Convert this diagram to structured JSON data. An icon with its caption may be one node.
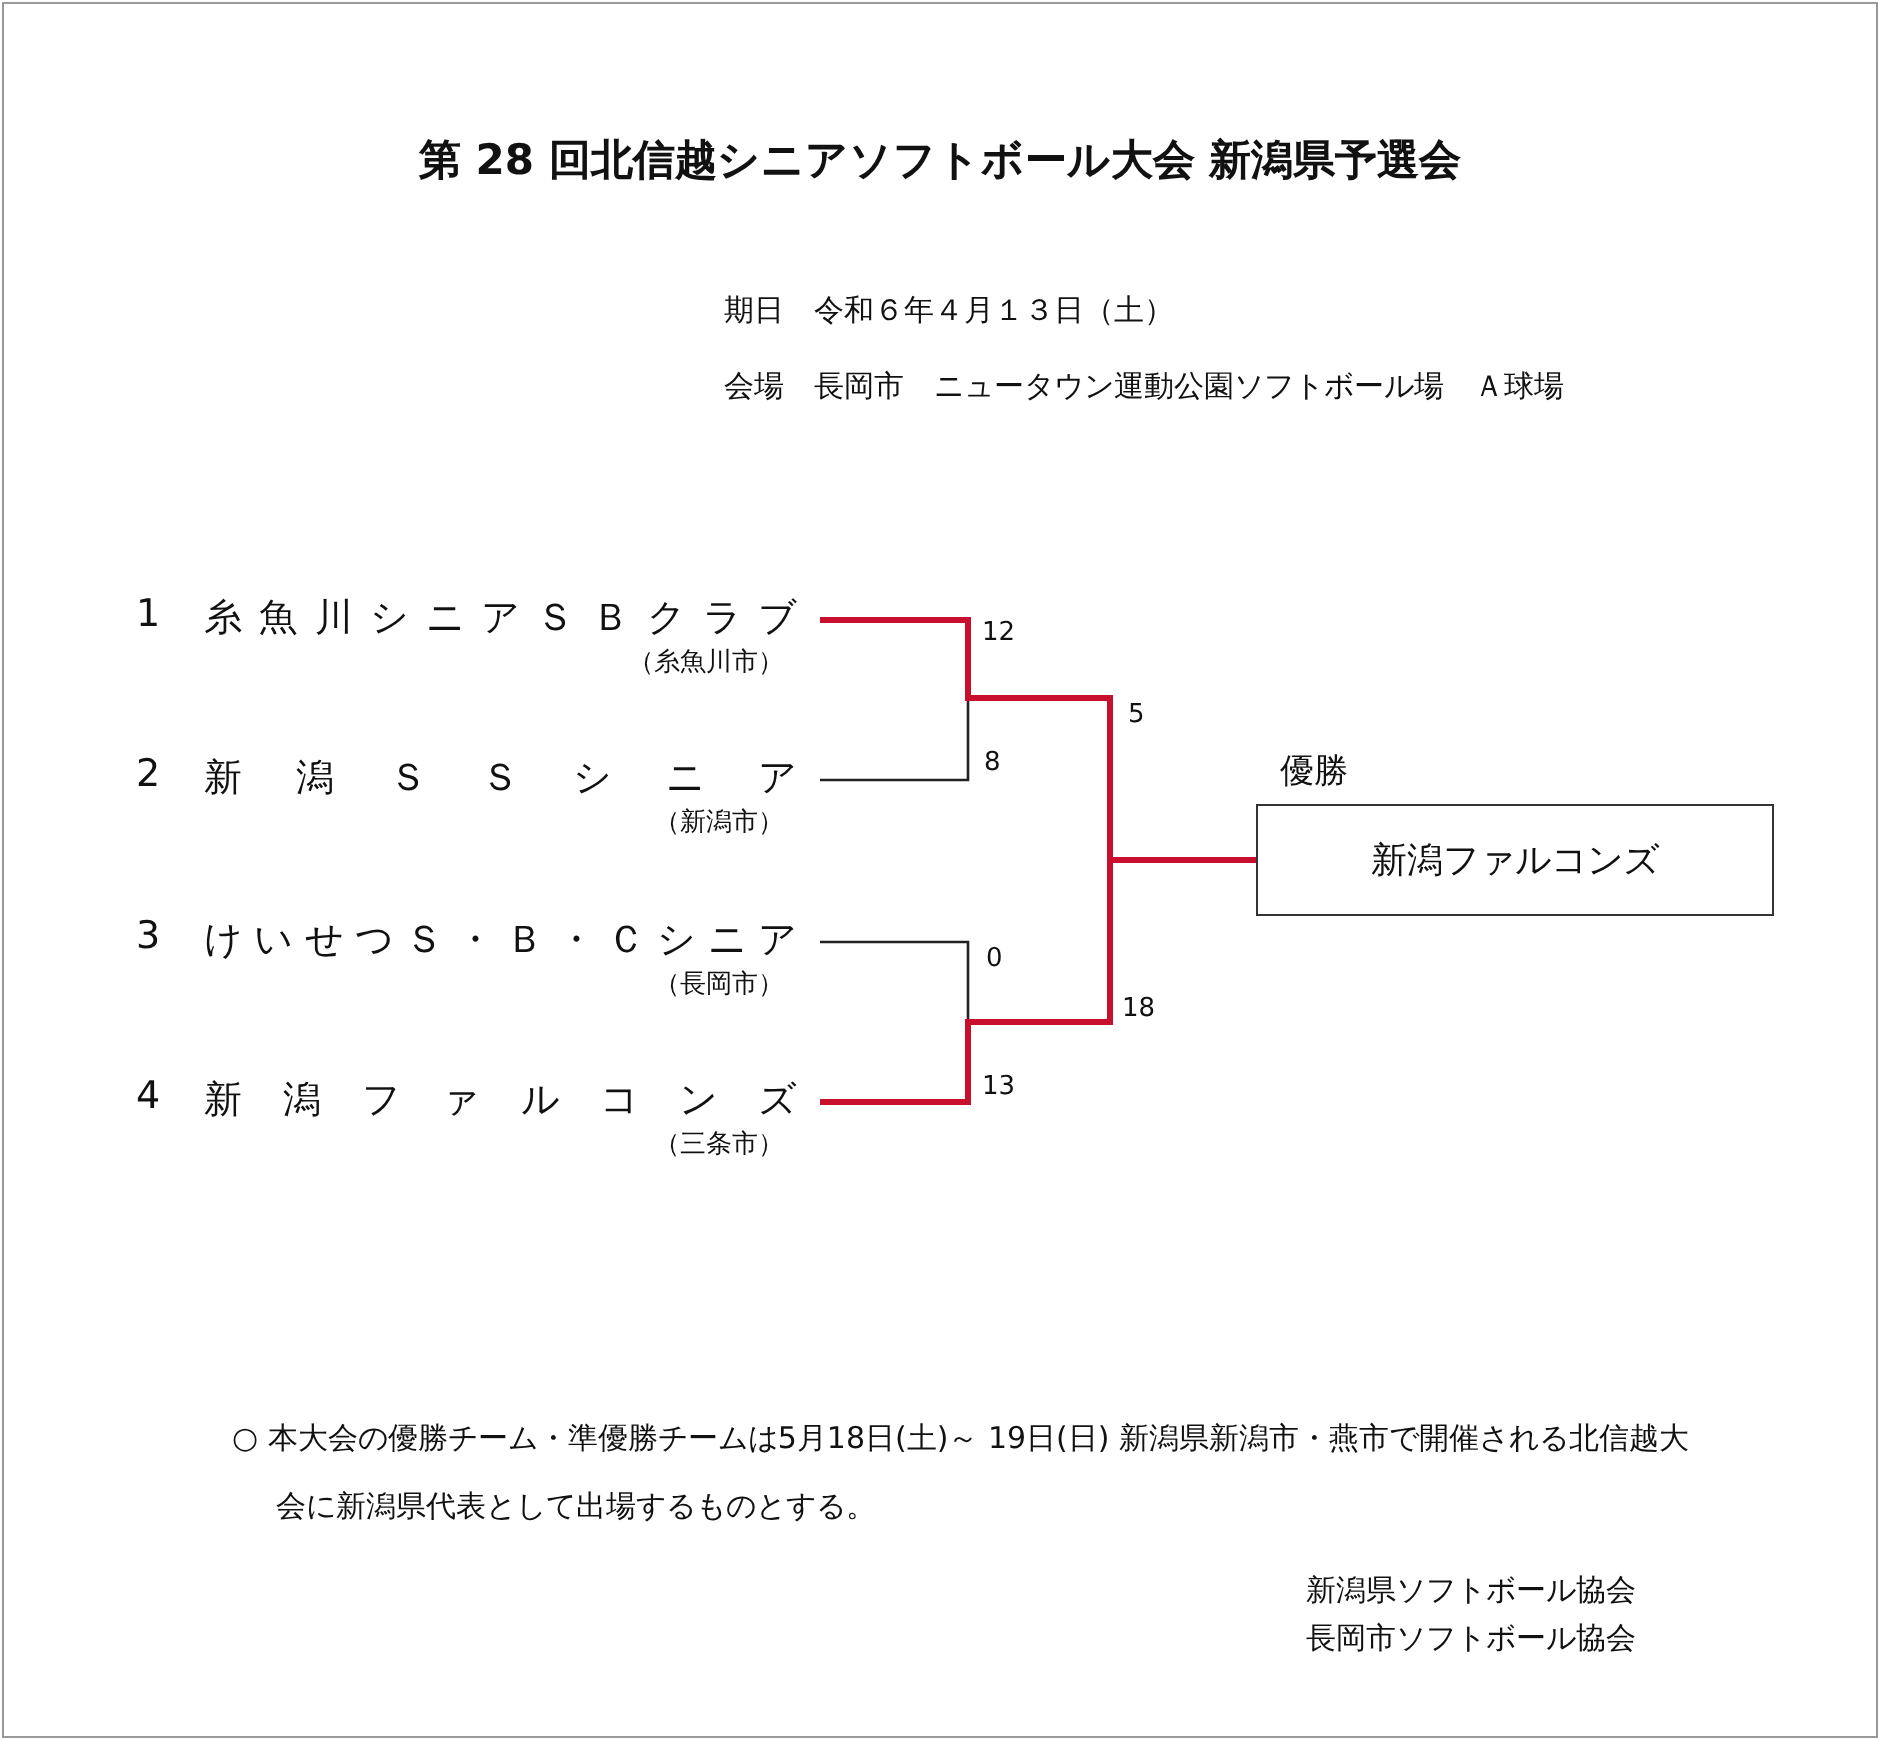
{
  "diagram": {
    "title": "第 28 回北信越シニアソフトボール大会 新潟県予選会",
    "nodes": [
      {
        "text": [
          "1",
          "糸魚川シニアＳＢクラブ"
        ],
        "beside": [
          "（糸魚川市）"
        ]
      },
      {
        "text": [
          "2",
          "新潟ＳＳシニア"
        ],
        "beside": [
          "（新潟市）"
        ]
      },
      {
        "text": [
          "3",
          "けいせつＳ・Ｂ・Ｃシニア"
        ],
        "beside": [
          "（長岡市）"
        ]
      },
      {
        "text": [
          "4",
          "新潟ファルコンズ"
        ],
        "beside": [
          "（三条市）"
        ]
      },
      {
        "text": [
          "優勝",
          "新潟ファルコンズ"
        ]
      }
    ],
    "edges": [
      {
        "from": 0,
        "to": 4,
        "arrow": "none",
        "label": "12",
        "style": "thick",
        "color": "#c8102e"
      },
      {
        "from": 1,
        "to": 4,
        "arrow": "none",
        "label": "8",
        "color": "#222222"
      },
      {
        "from": 2,
        "to": 4,
        "arrow": "none",
        "label": "0",
        "color": "#222222"
      },
      {
        "from": 3,
        "to": 4,
        "arrow": "none",
        "label": "13",
        "style": "thick",
        "color": "#c8102e"
      }
    ],
    "labels": [
      "期日　令和６年４月１３日（土）",
      "会場　長岡市　ニュータウン運動公園ソフトボール場　Ａ球場",
      "5",
      "18",
      "○ 本大会の優勝チーム・準優勝チームは5月18日(土)～ 19日(日) 新潟県新潟市・燕市で開催される北信越大会に新潟県代表として出場するものとする。",
      "新潟県ソフトボール協会",
      "長岡市ソフトボール協会"
    ]
  }
}
